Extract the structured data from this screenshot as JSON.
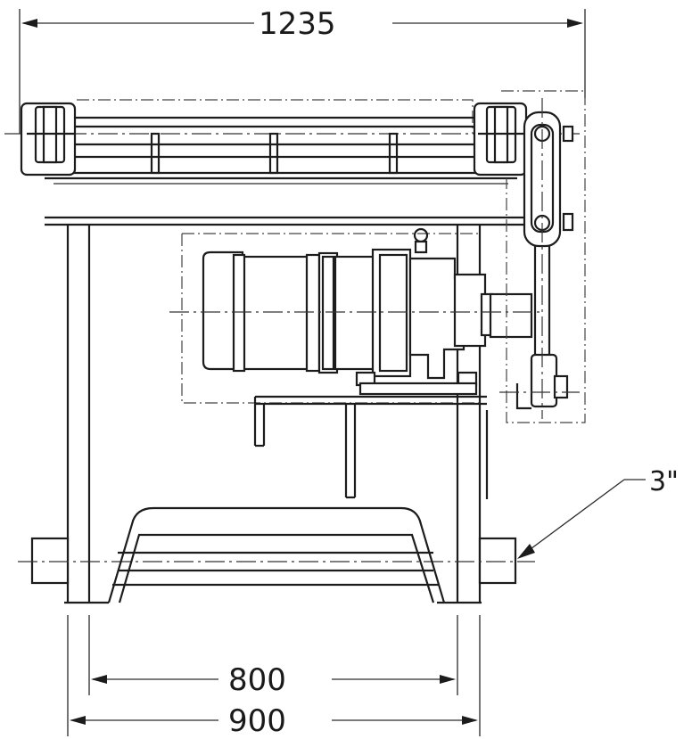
{
  "dimensions": {
    "overall_width": "1235",
    "leg_inner_span": "800",
    "leg_outer_span": "900"
  },
  "callouts": {
    "pipe_size": "3\""
  }
}
